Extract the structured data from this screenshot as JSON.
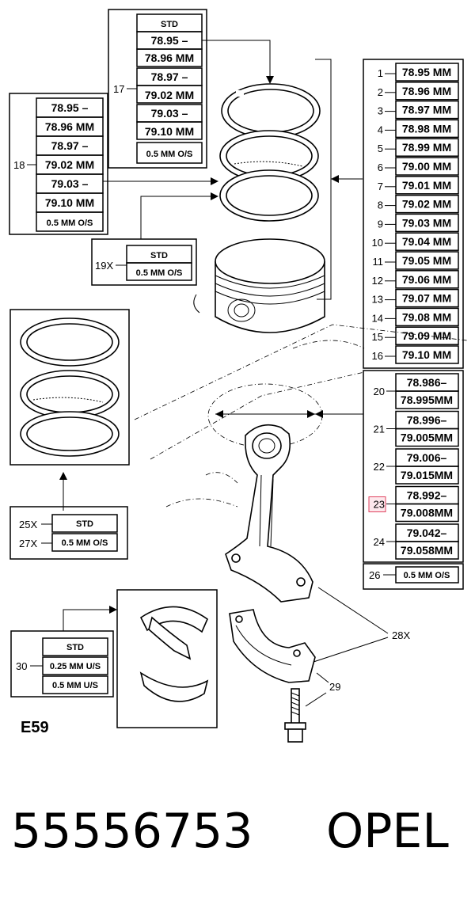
{
  "diagram_code": "E59",
  "footer": {
    "part_number": "55556753",
    "brand": "OPEL"
  },
  "callout_17": {
    "number": "17",
    "rows": [
      "STD",
      "78.95 –",
      "78.96 MM",
      "78.97 –",
      "79.02 MM",
      "79.03 –",
      "79.10 MM",
      "0.5 MM O/S"
    ]
  },
  "callout_18": {
    "number": "18",
    "rows": [
      "78.95 –",
      "78.96 MM",
      "78.97 –",
      "79.02 MM",
      "79.03 –",
      "79.10 MM",
      "0.5 MM O/S"
    ]
  },
  "callout_19": {
    "number": "19X",
    "rows": [
      "STD",
      "0.5 MM O/S"
    ]
  },
  "callout_25_27": {
    "numbers": [
      "25X",
      "27X"
    ],
    "rows": [
      "STD",
      "0.5 MM O/S"
    ]
  },
  "callout_30": {
    "number": "30",
    "rows": [
      "STD",
      "0.25 MM U/S",
      "0.5 MM U/S"
    ]
  },
  "right_table": {
    "pistons": [
      {
        "n": "1",
        "v": "78.95 MM"
      },
      {
        "n": "2",
        "v": "78.96 MM"
      },
      {
        "n": "3",
        "v": "78.97 MM"
      },
      {
        "n": "4",
        "v": "78.98 MM"
      },
      {
        "n": "5",
        "v": "78.99 MM"
      },
      {
        "n": "6",
        "v": "79.00 MM"
      },
      {
        "n": "7",
        "v": "79.01 MM"
      },
      {
        "n": "8",
        "v": "79.02 MM"
      },
      {
        "n": "9",
        "v": "79.03 MM"
      },
      {
        "n": "10",
        "v": "79.04 MM"
      },
      {
        "n": "11",
        "v": "79.05 MM"
      },
      {
        "n": "12",
        "v": "79.06 MM"
      },
      {
        "n": "13",
        "v": "79.07 MM"
      },
      {
        "n": "14",
        "v": "79.08 MM"
      },
      {
        "n": "15",
        "v": "79.09 MM"
      },
      {
        "n": "16",
        "v": "79.10 MM"
      }
    ],
    "bores": [
      {
        "n": "20",
        "a": "78.986–",
        "b": "78.995MM"
      },
      {
        "n": "21",
        "a": "78.996–",
        "b": "79.005MM"
      },
      {
        "n": "22",
        "a": "79.006–",
        "b": "79.015MM"
      },
      {
        "n": "23",
        "a": "78.992–",
        "b": "79.008MM",
        "highlight": true
      },
      {
        "n": "24",
        "a": "79.042–",
        "b": "79.058MM"
      }
    ],
    "oversize": {
      "n": "26",
      "v": "0.5 MM O/S"
    }
  },
  "labels": {
    "bolt_nut": "28X",
    "bolt": "29"
  }
}
